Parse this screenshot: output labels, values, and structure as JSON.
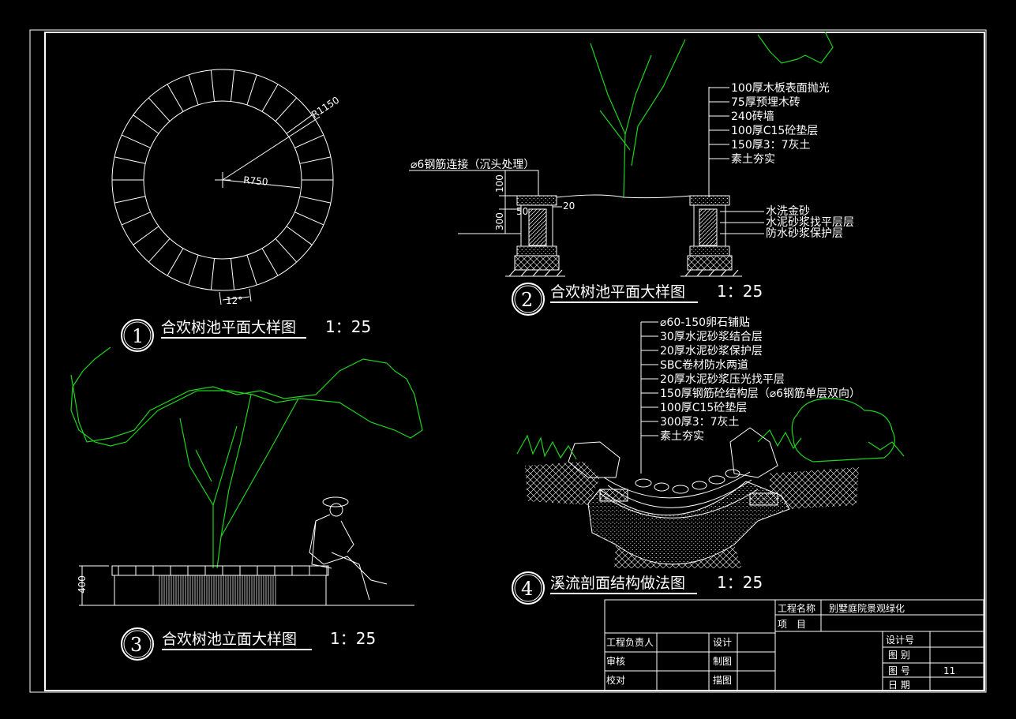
{
  "details": {
    "d1": {
      "num": "1",
      "title": "合欢树池平面大样图",
      "scale": "1：25",
      "dim_outer": "R1150",
      "dim_inner": "R750",
      "dim_angle": "12°"
    },
    "d2": {
      "num": "2",
      "title": "合欢树池平面大样图",
      "scale": "1：25",
      "rebar_note": "⌀6钢筋连接（沉头处理）",
      "dim_100": "100",
      "dim_300": "300",
      "dim_50": "50",
      "dim_20": "20",
      "layers": [
        "100厚木板表面抛光",
        "75厚预埋木砖",
        "240砖墙",
        "100厚C15砼垫层",
        "150厚3：7灰土",
        "素土夯实"
      ],
      "side_layers": [
        "水洗金砂",
        "水泥砂浆找平层层",
        "防水砂浆保护层"
      ]
    },
    "d3": {
      "num": "3",
      "title": "合欢树池立面大样图",
      "scale": "1：25",
      "dim_400": "400"
    },
    "d4": {
      "num": "4",
      "title": "溪流剖面结构做法图",
      "scale": "1：25",
      "layers": [
        "⌀60-150卵石铺贴",
        "30厚水泥砂浆结合层",
        "20厚水泥砂浆保护层",
        "SBC卷材防水两道",
        "20厚水泥砂浆压光找平层",
        "150厚钢筋砼结构层（⌀6钢筋单层双向）",
        "100厚C15砼垫层",
        "300厚3：7灰土",
        "素土夯实"
      ]
    }
  },
  "title_block": {
    "project_name_label": "工程名称",
    "project_name_value": "别墅庭院景观绿化",
    "item_label": "项　目",
    "leader_label": "工程负责人",
    "design_label": "设计",
    "review_label": "审核",
    "draw_label": "制图",
    "check_label": "校对",
    "trace_label": "描图",
    "design_no_label": "设计号",
    "category_label": "图 别",
    "sheet_no_label": "图 号",
    "sheet_no_value": "11",
    "date_label": "日 期"
  },
  "colors": {
    "background": "#000000",
    "linework": "#ffffff",
    "foliage": "#1ed31e"
  }
}
